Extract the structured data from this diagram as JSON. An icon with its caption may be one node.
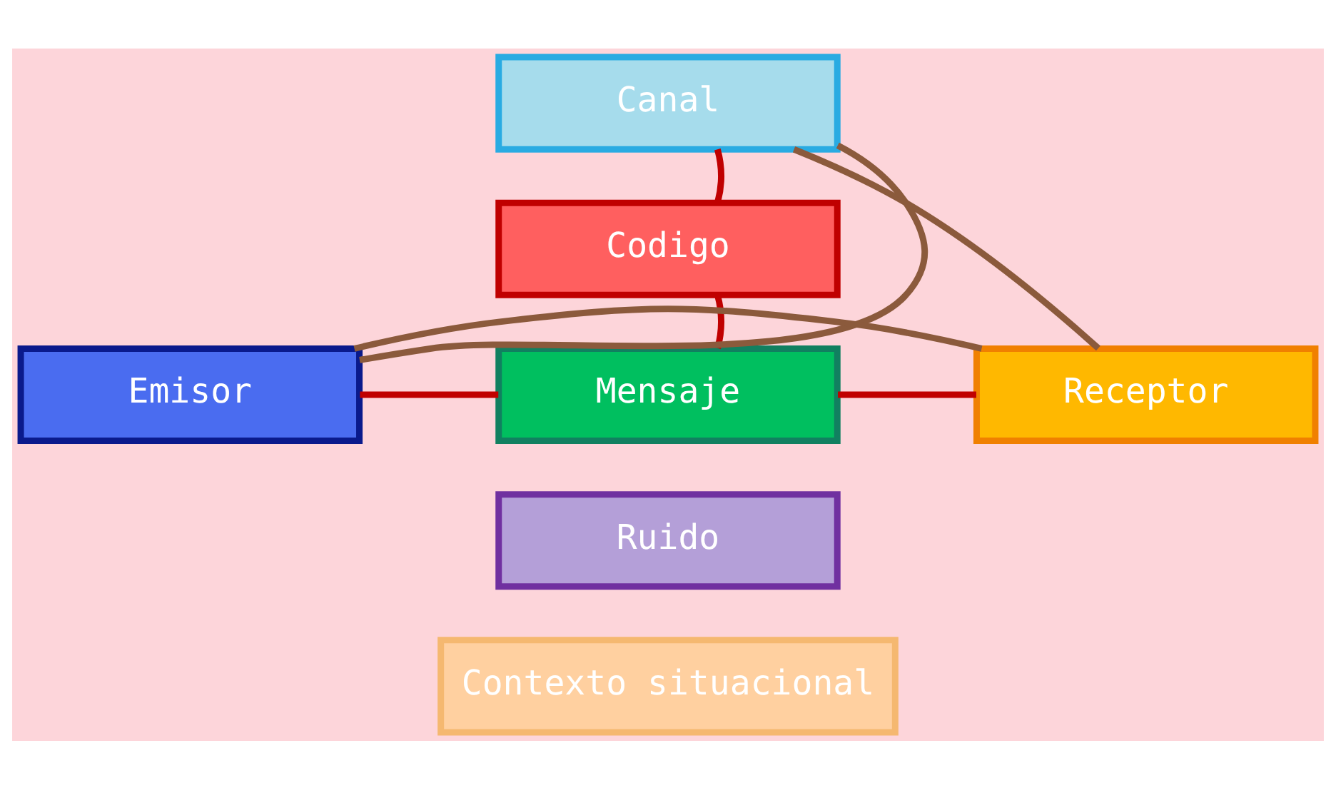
{
  "diagram": {
    "nodes": [
      {
        "text": [
          "Canal"
        ]
      },
      {
        "text": [
          "Codigo"
        ]
      },
      {
        "text": [
          "Emisor"
        ]
      },
      {
        "text": [
          "Mensaje"
        ]
      },
      {
        "text": [
          "Receptor"
        ]
      },
      {
        "text": [
          "Ruido"
        ]
      },
      {
        "text": [
          "Contexto situacional"
        ]
      }
    ],
    "edges": [
      {
        "from": 0,
        "to": 1,
        "arrow": "none"
      },
      {
        "from": 1,
        "to": 3,
        "arrow": "none"
      },
      {
        "from": 2,
        "to": 3,
        "arrow": "none"
      },
      {
        "from": 3,
        "to": 4,
        "arrow": "none"
      },
      {
        "from": 2,
        "to": 0,
        "arrow": "none",
        "color": "#8b5a3c"
      },
      {
        "from": 0,
        "to": 4,
        "arrow": "none",
        "color": "#8b5a3c"
      },
      {
        "from": 2,
        "to": 4,
        "arrow": "none",
        "color": "#8b5a3c"
      }
    ]
  }
}
